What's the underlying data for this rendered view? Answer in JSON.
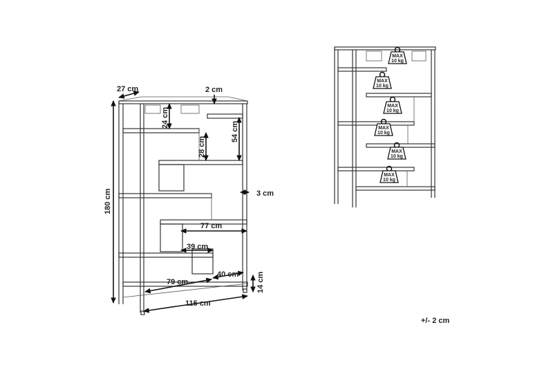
{
  "dimensions": {
    "depth": "27 cm",
    "gap": "2 cm",
    "h24": "24 cm",
    "h54": "54 cm",
    "h28": "28 cm",
    "height": "180 cm",
    "side": "3 cm",
    "w77": "77 cm",
    "w39": "39 cm",
    "w79": "79 cm",
    "w40": "40 cm",
    "base": "14 cm",
    "width": "115 cm"
  },
  "weight_label": {
    "line1": "MAX",
    "line2": "10 kg"
  },
  "tolerance": "+/- 2 cm"
}
